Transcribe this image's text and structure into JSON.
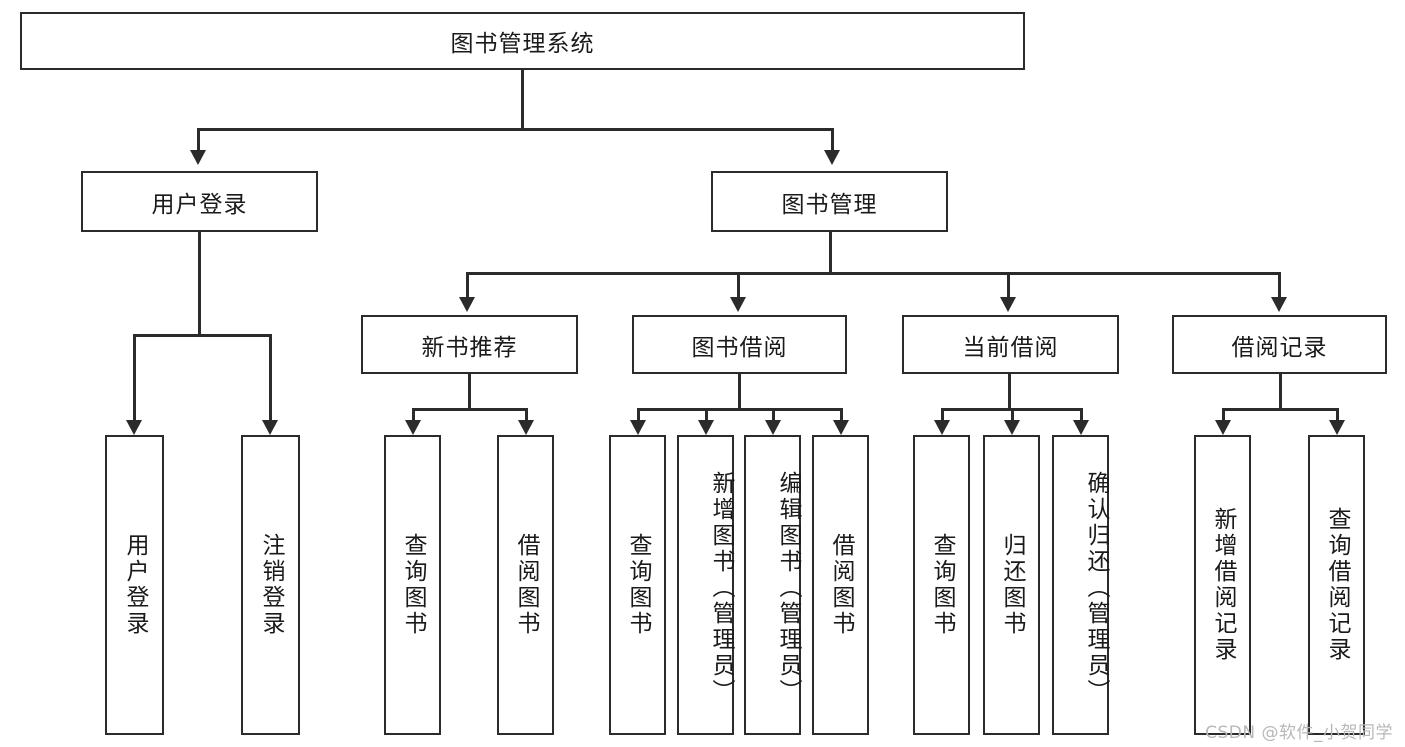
{
  "diagram": {
    "title": "图书管理系统",
    "root": {
      "label": "图书管理系统"
    },
    "level2": [
      {
        "label": "用户登录"
      },
      {
        "label": "图书管理"
      }
    ],
    "level3": [
      {
        "label": "新书推荐"
      },
      {
        "label": "图书借阅"
      },
      {
        "label": "当前借阅"
      },
      {
        "label": "借阅记录"
      }
    ],
    "leaves_user_login": [
      {
        "label": "用户登录"
      },
      {
        "label": "注销登录"
      }
    ],
    "leaves_new_book": [
      {
        "label": "查询图书"
      },
      {
        "label": "借阅图书"
      }
    ],
    "leaves_borrow": [
      {
        "label": "查询图书"
      },
      {
        "label": "新增图书（管理员）"
      },
      {
        "label": "编辑图书（管理员）"
      },
      {
        "label": "借阅图书"
      }
    ],
    "leaves_current": [
      {
        "label": "查询图书"
      },
      {
        "label": "归还图书"
      },
      {
        "label": "确认归还（管理员）"
      }
    ],
    "leaves_record": [
      {
        "label": "新增借阅记录"
      },
      {
        "label": "查询借阅记录"
      }
    ],
    "watermark": "CSDN @软件_小贺同学",
    "colors": {
      "stroke": "#2b2b2b",
      "background": "#ffffff",
      "text": "#1a1a1a",
      "watermark": "#b8b8b8"
    }
  }
}
